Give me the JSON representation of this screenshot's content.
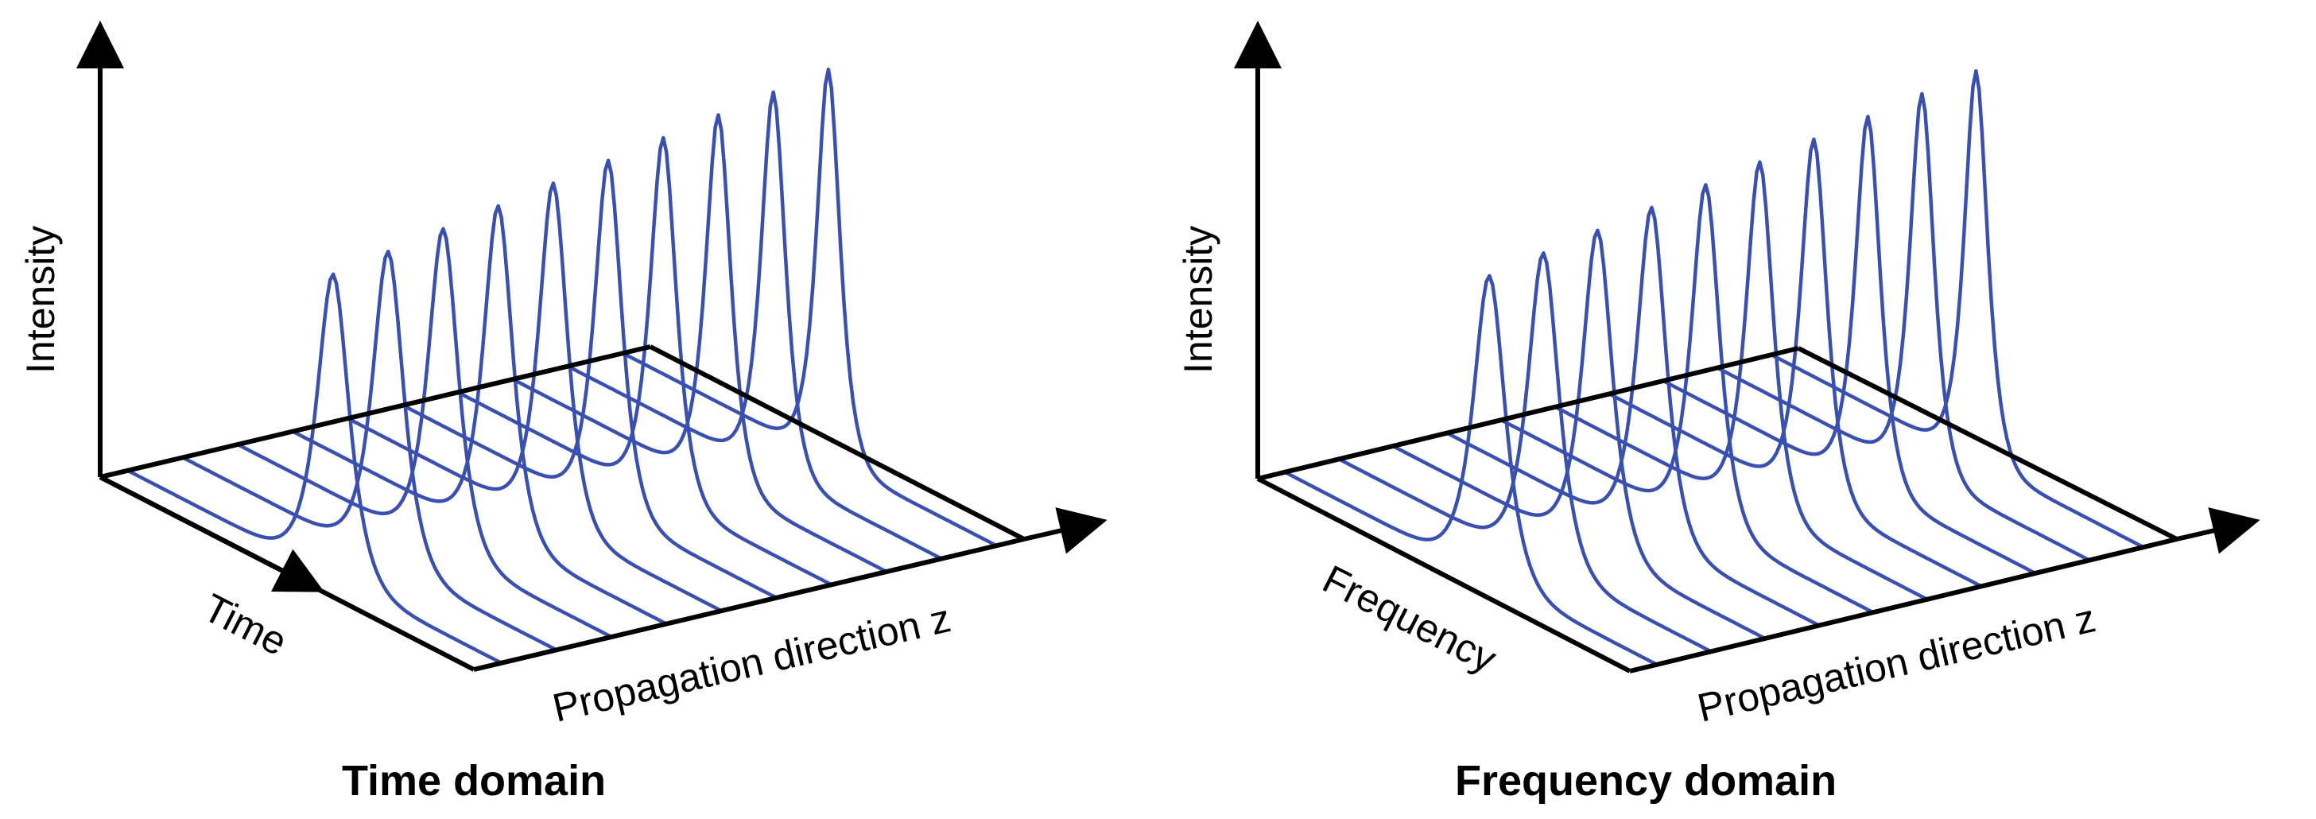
{
  "panels": [
    {
      "id": "time",
      "intensity_label": "Intensity",
      "depth_label": "Time",
      "propagation_label": "Propagation direction z",
      "caption": "Time domain",
      "pulse_count": 10
    },
    {
      "id": "frequency",
      "intensity_label": "Intensity",
      "depth_label": "Frequency",
      "propagation_label": "Propagation direction z",
      "caption": "Frequency domain",
      "pulse_count": 10
    }
  ],
  "colors": {
    "pulse": "#3a50b0",
    "axis": "#000000",
    "background": "#ffffff"
  }
}
